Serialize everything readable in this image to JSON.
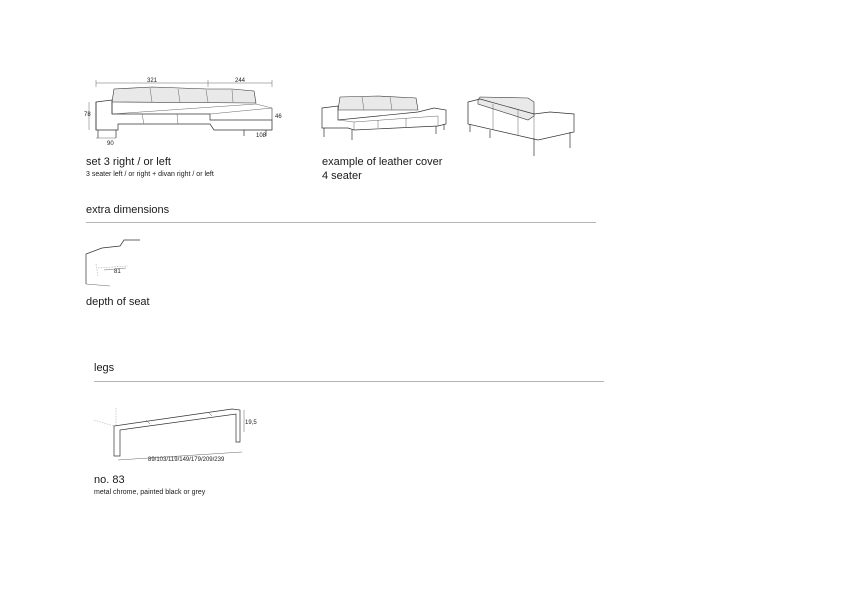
{
  "set3": {
    "title": "set 3 right / or left",
    "subtitle": "3 seater left / or right + divan right / or left",
    "dims": {
      "width_a": "321",
      "width_b": "244",
      "height": "78",
      "seat_height": "46",
      "depth": "90",
      "divan_depth": "108"
    }
  },
  "example": {
    "title": "example of leather cover",
    "subtitle": "4 seater"
  },
  "extra": {
    "heading": "extra dimensions",
    "depth_value": "81",
    "caption": "depth of seat"
  },
  "legs": {
    "heading": "legs",
    "height_value": "19,5",
    "length_values": "89/103/119/149/179/209/239",
    "name": "no. 83",
    "finish": "metal chrome, painted black or grey"
  }
}
